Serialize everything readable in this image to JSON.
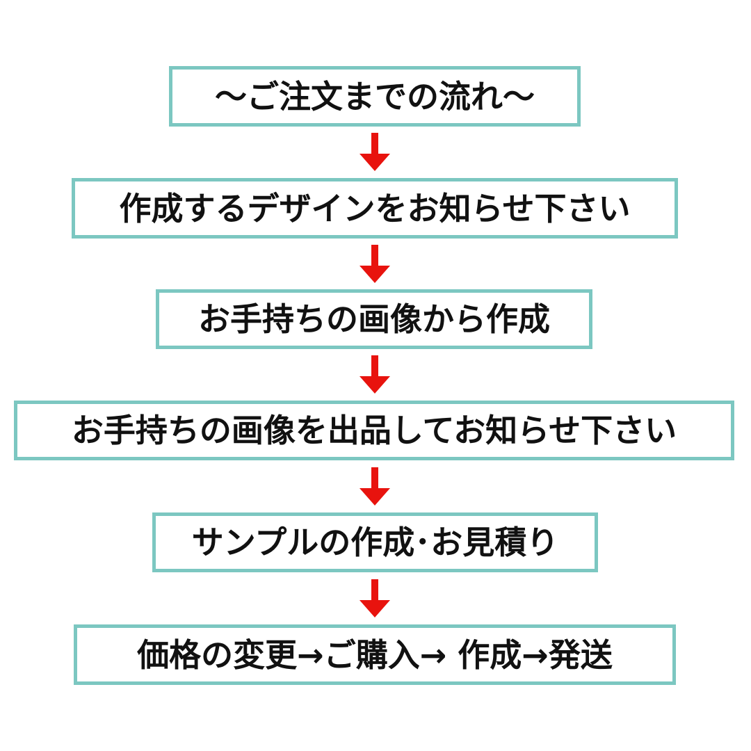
{
  "steps": [
    {
      "label": "～ご注文までの流れ～"
    },
    {
      "label": "作成するデザインをお知らせ下さい"
    },
    {
      "label": "お手持ちの画像から作成"
    },
    {
      "label": "お手持ちの画像を出品してお知らせ下さい"
    },
    {
      "label": "サンプルの作成･お見積り"
    },
    {
      "label": "価格の変更→ご購入→ 作成→発送"
    }
  ],
  "colors": {
    "box_border": "#7cc7c1",
    "arrow": "#e8130e",
    "text": "#111111"
  }
}
